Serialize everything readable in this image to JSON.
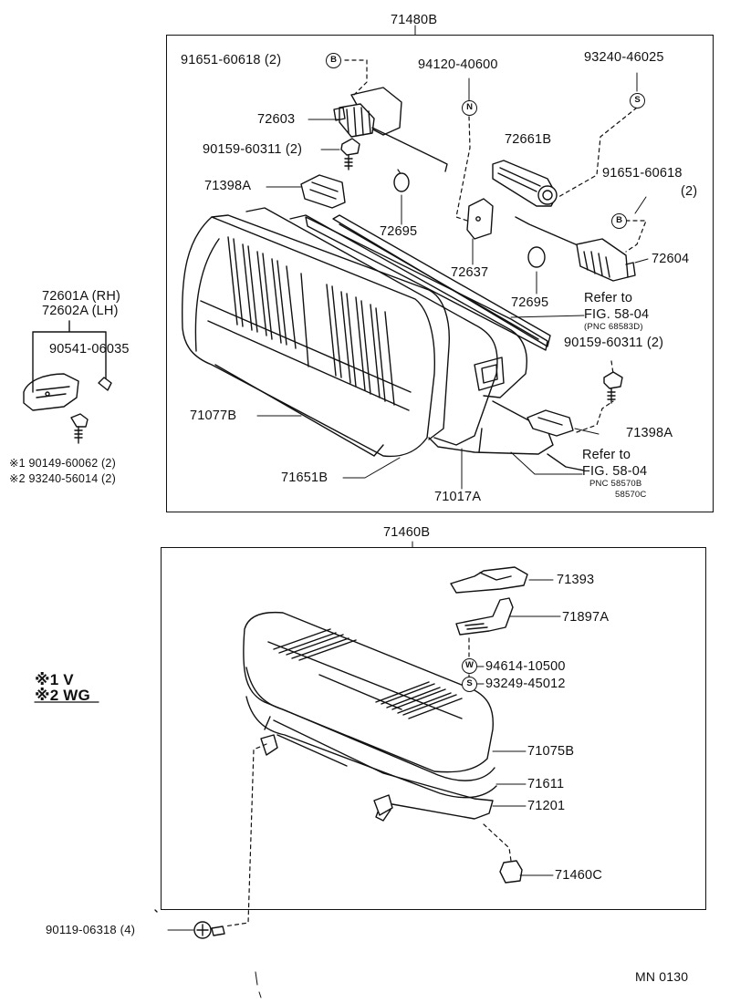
{
  "upper_assembly": {
    "assembly_no": "71480B",
    "parts": {
      "p91651_top": "91651-60618 (2)",
      "p94120": "94120-40600",
      "p93240_top": "93240-46025",
      "p72603": "72603",
      "p72661B": "72661B",
      "p90159_a": "90159-60311 (2)",
      "p91651_right": "91651-60618",
      "p91651_right_qty": "(2)",
      "p71398A_left": "71398A",
      "p72695_a": "72695",
      "p72604": "72604",
      "p72637": "72637",
      "p72695_b": "72695",
      "refer1_a": "Refer to",
      "refer1_b": "FIG. 58-04",
      "refer1_pnc": "(PNC 68583D)",
      "p90159_b": "90159-60311 (2)",
      "p71077B": "71077B",
      "p71398A_right": "71398A",
      "refer2_a": "Refer to",
      "refer2_b": "FIG. 58-04",
      "refer2_pnc_a": "PNC 58570B",
      "refer2_pnc_b": "58570C",
      "p71651B": "71651B",
      "p71017A": "71017A"
    },
    "callout_symbols": {
      "b1": "B",
      "n": "N",
      "s": "S",
      "b2": "B"
    }
  },
  "side_parts": {
    "p72601A": "72601A (RH)",
    "p72602A": "72602A (LH)",
    "p90541": "90541-06035",
    "note1": "※1 90149-60062 (2)",
    "note2": "※2 93240-56014 (2)"
  },
  "legend": {
    "row1": "※1 V",
    "row2": "※2 WG"
  },
  "lower_assembly": {
    "assembly_no": "71460B",
    "parts": {
      "p71393": "71393",
      "p71897A": "71897A",
      "p94614": "94614-10500",
      "p93249": "93249-45012",
      "p71075B": "71075B",
      "p71611": "71611",
      "p71201": "71201",
      "p71460C": "71460C"
    },
    "callout_symbols": {
      "w": "W",
      "s": "S"
    }
  },
  "bottom_part": "90119-06318 (4)",
  "drawing_code": "MN 0130"
}
